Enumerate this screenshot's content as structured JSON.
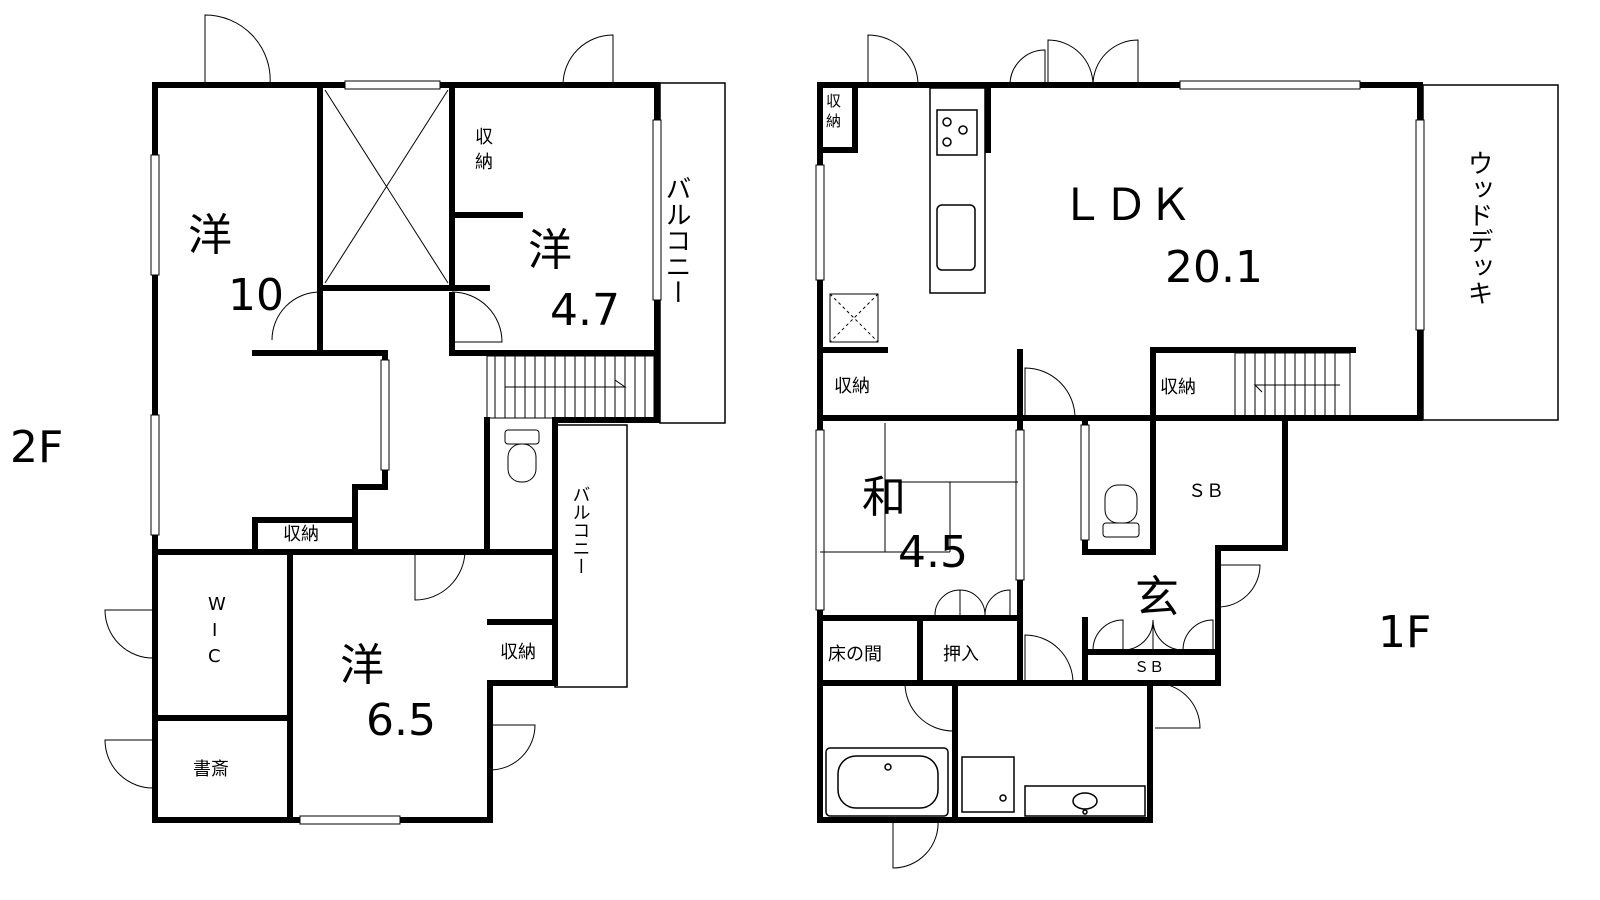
{
  "floors": {
    "second": {
      "floor_label": "2F",
      "rooms": [
        {
          "id": "yo10",
          "name": "洋",
          "size": "10"
        },
        {
          "id": "yo47",
          "name": "洋",
          "size": "4.7"
        },
        {
          "id": "yo65",
          "name": "洋",
          "size": "6.5"
        },
        {
          "id": "wic",
          "name": "W\nI\nC"
        },
        {
          "id": "study",
          "name": "書斎"
        },
        {
          "id": "storage_a",
          "name": "収納"
        },
        {
          "id": "storage_b",
          "name": "収納"
        },
        {
          "id": "storage_c",
          "name": "収納"
        },
        {
          "id": "balcony_a",
          "name": "バルコニー"
        },
        {
          "id": "balcony_b",
          "name": "バルコニー"
        }
      ]
    },
    "first": {
      "floor_label": "1F",
      "rooms": [
        {
          "id": "ldk",
          "name": "ＬＤＫ",
          "size": "20.1"
        },
        {
          "id": "wa",
          "name": "和",
          "size": "4.5"
        },
        {
          "id": "sb_a",
          "name": "ＳＢ"
        },
        {
          "id": "sb_b",
          "name": "ＳＢ"
        },
        {
          "id": "entrance",
          "name": "玄"
        },
        {
          "id": "tokonoma",
          "name": "床の間"
        },
        {
          "id": "oshiire",
          "name": "押入"
        },
        {
          "id": "deck",
          "name": "ウッドデッキ"
        },
        {
          "id": "storage_d",
          "name": "収納"
        },
        {
          "id": "storage_e",
          "name": "収納"
        },
        {
          "id": "storage_f",
          "name": "収納"
        }
      ]
    }
  }
}
